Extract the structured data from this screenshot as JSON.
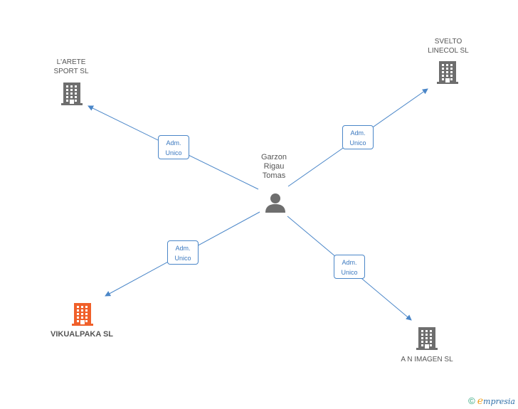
{
  "person": {
    "name_lines": [
      "Garzon",
      "Rigau",
      "Tomas"
    ]
  },
  "companies": [
    {
      "id": "larete",
      "lines": [
        "L'ARETE",
        "SPORT SL"
      ],
      "highlight": false
    },
    {
      "id": "svelto",
      "lines": [
        "SVELTO",
        "LINECOL  SL"
      ],
      "highlight": false
    },
    {
      "id": "vikualpaka",
      "lines": [
        "VIKUALPAKA SL"
      ],
      "highlight": true
    },
    {
      "id": "animagen",
      "lines": [
        "A N IMAGEN SL"
      ],
      "highlight": false
    }
  ],
  "relations": [
    {
      "to": "larete",
      "lines": [
        "Adm.",
        "Unico"
      ]
    },
    {
      "to": "svelto",
      "lines": [
        "Adm.",
        "Unico"
      ]
    },
    {
      "to": "vikualpaka",
      "lines": [
        "Adm.",
        "Unico"
      ]
    },
    {
      "to": "animagen",
      "lines": [
        "Adm.",
        "Unico"
      ]
    }
  ],
  "colors": {
    "edge": "#4a86c8",
    "building": "#6e6e6e",
    "highlight": "#f0602a",
    "person": "#6e6e6e"
  },
  "footer": {
    "copyright": "©",
    "brand": "mpresia",
    "brand_initial": "e"
  }
}
